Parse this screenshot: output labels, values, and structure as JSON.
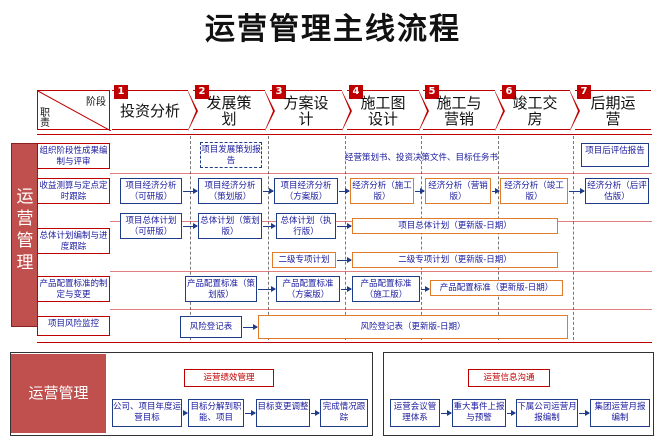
{
  "title": "运营管理主线流程",
  "header": {
    "corner_top": "阶段",
    "corner_bottom": "职责"
  },
  "phases": [
    {
      "num": "1",
      "label": "投资分析"
    },
    {
      "num": "2",
      "label": "发展策划"
    },
    {
      "num": "3",
      "label": "方案设计"
    },
    {
      "num": "4",
      "label": "施工图设计"
    },
    {
      "num": "5",
      "label": "施工与营销"
    },
    {
      "num": "6",
      "label": "竣工交房"
    },
    {
      "num": "7",
      "label": "后期运营"
    }
  ],
  "side_label": "运营管理",
  "rows": [
    {
      "label": "组织阶段性成果编制与评审"
    },
    {
      "label": "收益测算与定点定时跟踪"
    },
    {
      "label": "总体计划编制与进度跟踪"
    },
    {
      "label": "产品配置标准的制定与变更"
    },
    {
      "label": "项目风险监控"
    }
  ],
  "row1": {
    "dev_report": "项目发展策划报告",
    "docs": "经营策划书、投资决策文件、目标任务书",
    "post_eval": "项目后评估报告"
  },
  "row2": [
    "项目经济分析（可研版）",
    "项目经济分析（策划版）",
    "项目经济分析（方案版）",
    "经济分析（施工版）",
    "经济分析（营销版）",
    "经济分析（竣工版）",
    "经济分析（后评估版）"
  ],
  "row3": {
    "plan_research": "项目总体计划（可研版）",
    "plan_strategy": "总体计划（策划版）",
    "plan_exec": "总体计划（执行版）",
    "plan_update": "项目总体计划（更新版-日期）",
    "lvl2": "二级专项计划",
    "lvl2_update": "二级专项计划（更新版-日期）"
  },
  "row4": [
    "产品配置标准（策划版）",
    "产品配置标准（方案版）",
    "产品配置标准（施工版）",
    "产品配置标准（更新版-日期）"
  ],
  "row5": {
    "risk": "风险登记表",
    "risk_update": "风险登记表（更新版-日期）"
  },
  "bottom": {
    "label": "运营管理",
    "perf_title": "运营绩效管理",
    "perf_steps": [
      "公司、项目年度运营目标",
      "目标分解到职能、项目",
      "目标变更调整",
      "完成情况跟踪"
    ],
    "info_title": "运营信息沟通",
    "info_steps": [
      "运营会议管理体系",
      "重大事件上报与预警",
      "下属公司运营月报编制",
      "集团运营月报编制"
    ]
  }
}
